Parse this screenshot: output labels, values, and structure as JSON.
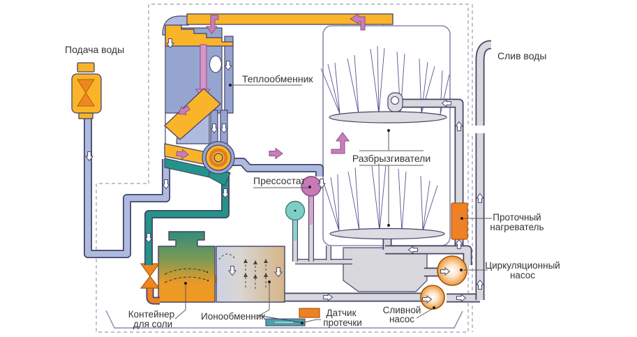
{
  "labels": {
    "water_supply": "Подача воды",
    "heat_exchanger": "Теплообменник",
    "sprayers": "Разбрызгиватели",
    "pressostat": "Прессостат",
    "drain_water": "Слив воды",
    "flow_heater_l1": "Проточный",
    "flow_heater_l2": "нагреватель",
    "circulation_pump_l1": "Циркуляционный",
    "circulation_pump_l2": "насос",
    "salt_container_l1": "Контейнер",
    "salt_container_l2": "для соли",
    "ion_exchanger": "Ионообменник",
    "leak_sensor_l1": "Датчик",
    "leak_sensor_l2": "протечки",
    "drain_pump_l1": "Сливной",
    "drain_pump_l2": "насос"
  },
  "colors": {
    "outline": "#44446B",
    "panel": "#96A5CF",
    "pipeBlue": "#AEBBDE",
    "pipeTeal": "#24948A",
    "pipeGray": "#D8D8DD",
    "yellow": "#F9B429",
    "orange": "#EE8125",
    "pink": "#C77FBA",
    "pinkBalloon": "#C879B6",
    "tealBalloon": "#7FCEC6",
    "tan": "#D9BB90",
    "text": "#333333",
    "dash": "#9C9CAC",
    "tubStroke": "#8A8AAD"
  }
}
